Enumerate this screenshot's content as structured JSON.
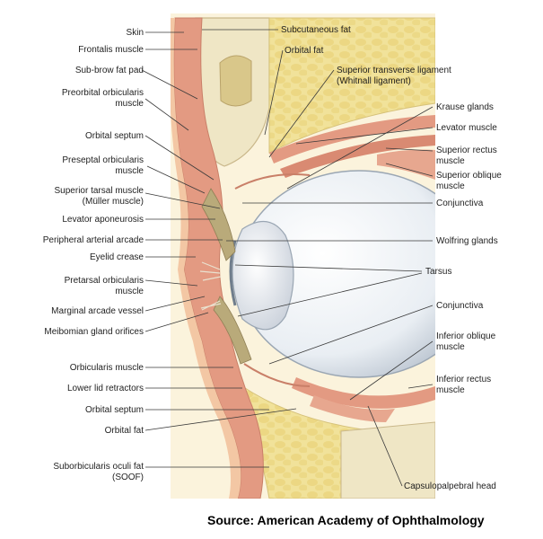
{
  "labels_left": [
    "Skin",
    "Frontalis muscle",
    "Sub-brow fat pad",
    "Preorbital orbicularis muscle",
    "Orbital septum",
    "Preseptal orbicularis muscle",
    "Superior tarsal muscle (Müller muscle)",
    "Levator aponeurosis",
    "Peripheral arterial arcade",
    "Eyelid crease",
    "Pretarsal orbicularis muscle",
    "Marginal arcade vessel",
    "Meibomian gland orifices",
    "Orbicularis muscle",
    "Lower lid retractors",
    "Orbital septum",
    "Orbital fat",
    "Suborbicularis oculi fat (SOOF)"
  ],
  "labels_right": [
    "Subcutaneous fat",
    "Orbital fat",
    "Superior transverse ligament (Whitnall ligament)",
    "Krause glands",
    "Levator muscle",
    "Superior rectus muscle",
    "Superior oblique muscle",
    "Conjunctiva",
    "Wolfring glands",
    "Tarsus",
    "Conjunctiva",
    "Inferior oblique muscle",
    "Inferior rectus muscle",
    "Capsulopalpebral head"
  ],
  "source": "Source: American Academy of Ophthalmology",
  "colors": {
    "skin": "#f3c7a4",
    "muscle": "#e39a82",
    "fat": "#f1e29a",
    "bone": "#efe6c5",
    "sclera": "#e9eef3",
    "lens": "#d7dde6"
  }
}
